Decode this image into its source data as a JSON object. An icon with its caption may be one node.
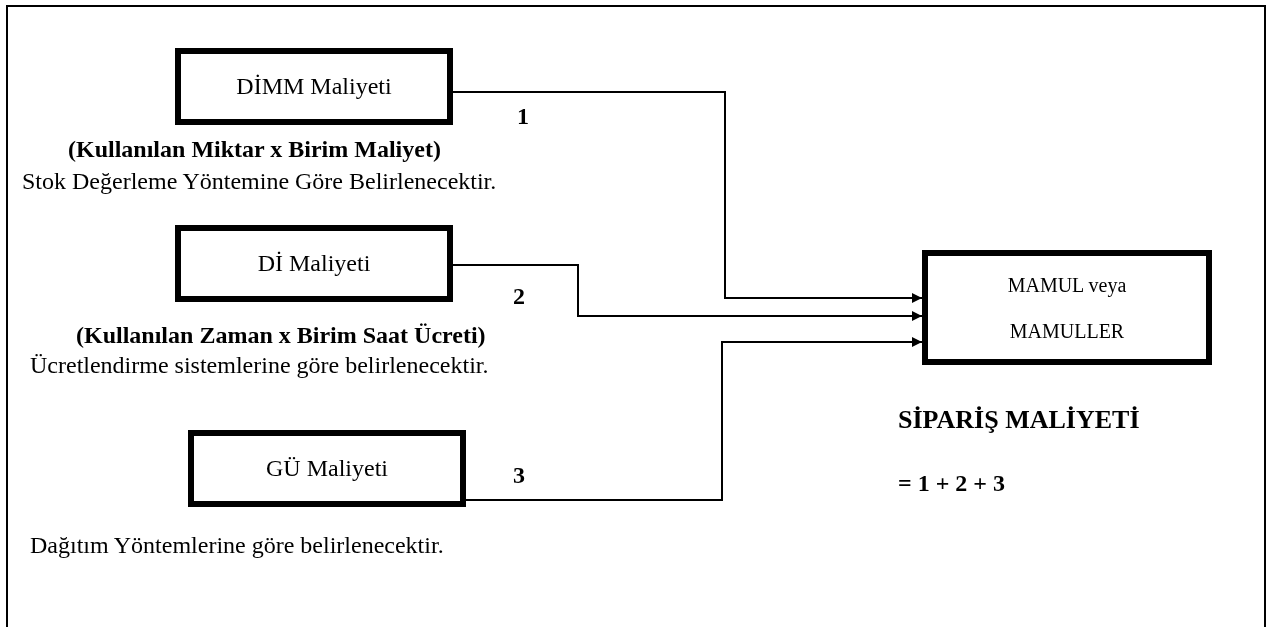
{
  "diagram": {
    "nodes": [
      {
        "text": [
          "DİMM Maliyeti"
        ]
      },
      {
        "text": [
          "Dİ Maliyeti"
        ]
      },
      {
        "text": [
          "GÜ Maliyeti"
        ]
      },
      {
        "text": [
          "MAMUL veya MAMULLER"
        ]
      }
    ],
    "edges": [
      {
        "from": 0,
        "to": 3,
        "arrow": "to"
      },
      {
        "from": 1,
        "to": 3,
        "arrow": "to"
      },
      {
        "from": 2,
        "to": 3,
        "arrow": "to"
      }
    ],
    "labels": [
      "1",
      "(Kullanılan Miktar x Birim Maliyet)",
      "Stok Değerleme Yöntemine Göre Belirlenecektir.",
      "2",
      "(Kullanılan Zaman x Birim Saat Ücreti)",
      "Ücretlendirme sistemlerine göre belirlenecektir.",
      "3",
      "Dağıtım Yöntemlerine göre belirlenecektir.",
      "SİPARİŞ MALİYETİ",
      "= 1 + 2 + 3"
    ]
  }
}
